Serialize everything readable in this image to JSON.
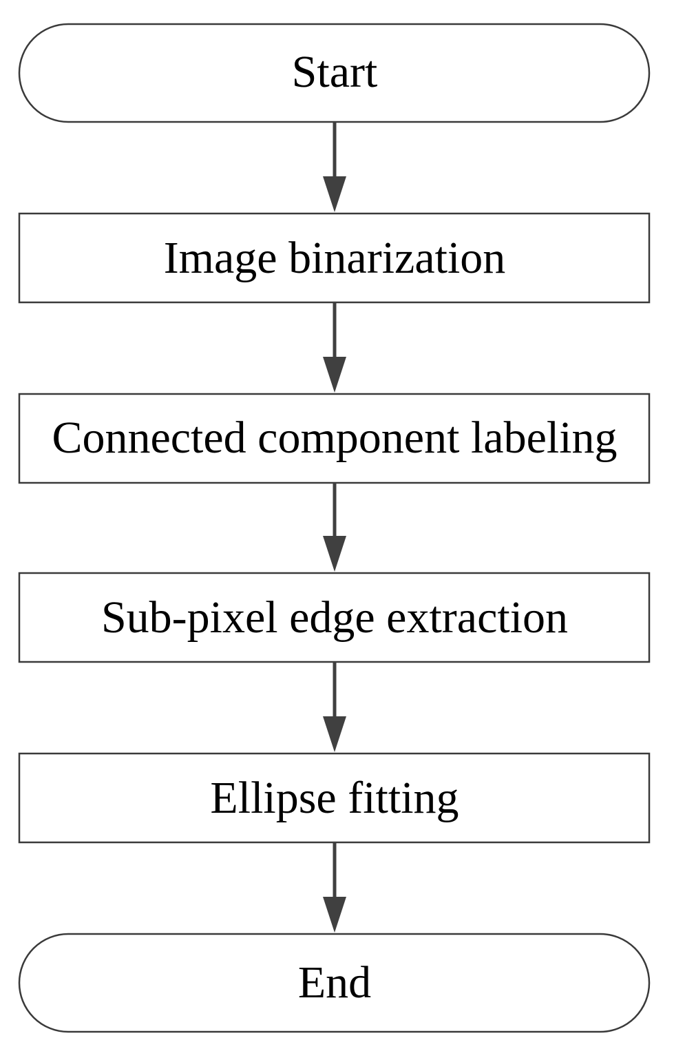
{
  "flowchart": {
    "start": {
      "label": "Start"
    },
    "steps": [
      {
        "label": "Image binarization"
      },
      {
        "label": "Connected component labeling"
      },
      {
        "label": "Sub-pixel edge extraction"
      },
      {
        "label": "Ellipse fitting"
      }
    ],
    "end": {
      "label": "End"
    }
  },
  "colors": {
    "stroke": "#3a3a3a",
    "arrow": "#404040",
    "text": "#000000",
    "background": "#ffffff"
  }
}
